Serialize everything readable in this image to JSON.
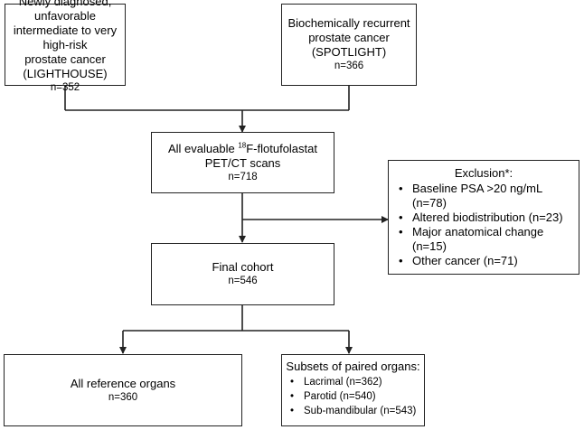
{
  "boxes": {
    "lighthouse": {
      "lines": [
        "Newly diagnosed, unfavorable",
        "intermediate to very high-risk",
        "prostate cancer",
        "(LIGHTHOUSE)"
      ],
      "count": "n=352"
    },
    "spotlight": {
      "lines": [
        "Biochemically recurrent",
        "prostate cancer",
        "(SPOTLIGHT)"
      ],
      "count": "n=366"
    },
    "evaluable": {
      "line1_pre": "All evaluable ",
      "line1_sup": "18",
      "line1_post": "F-flotufolastat",
      "line2": "PET/CT scans",
      "count": "n=718"
    },
    "exclusion": {
      "title": "Exclusion*:",
      "items": [
        "Baseline PSA >20 ng/mL (n=78)",
        "Altered biodistribution (n=23)",
        "Major anatomical change (n=15)",
        "Other cancer (n=71)"
      ]
    },
    "final": {
      "title": "Final cohort",
      "count": "n=546"
    },
    "reference": {
      "title": "All reference organs",
      "count": "n=360"
    },
    "paired": {
      "title": "Subsets of paired organs:",
      "items": [
        "Lacrimal (n=362)",
        "Parotid (n=540)",
        "Sub-mandibular (n=543)"
      ]
    }
  }
}
